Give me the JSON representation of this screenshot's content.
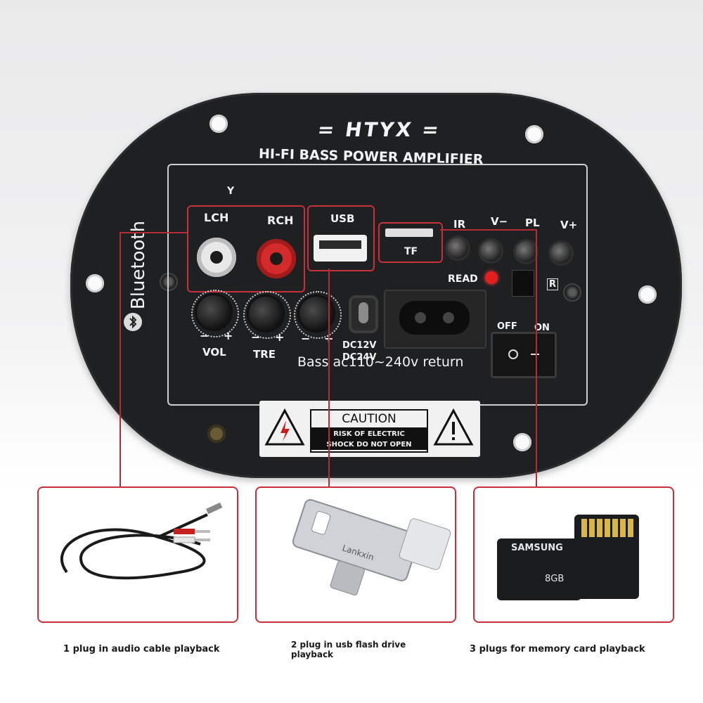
{
  "brand": "= HTYX =",
  "subtitle": "HI-FI  BASS POWER AMPLIFIER",
  "bluetooth_label": "Bluetooth",
  "ports": {
    "lch": "LCH",
    "rch": "RCH",
    "usb": "USB",
    "tf": "TF",
    "ir": "IR",
    "vminus": "V−",
    "pl": "PL",
    "vplus": "V+",
    "read": "READ",
    "off": "OFF",
    "on": "ON",
    "r_mark": "R"
  },
  "knobs": {
    "vol": "VOL",
    "tre": "TRE",
    "minus": "−",
    "plus": "+"
  },
  "dc_label": "DC12V",
  "dc_sub": "DC24V",
  "overlay_text": "Bass ac110~240v return",
  "caution": {
    "title": "CAUTION",
    "line1": "RISK OF ELECTRIC",
    "line2": "SHOCK DO NOT OPEN"
  },
  "sd_card": {
    "brand": "SAMSUNG",
    "size": "8GB"
  },
  "usb_stick": {
    "brand": "Lankxin"
  },
  "captions": [
    "1 plug in audio cable playback",
    "2 plug in usb flash drive playback",
    "3 plugs for memory card playback"
  ],
  "colors": {
    "accent_red": "#c9303a",
    "plate": "#1f2022"
  }
}
